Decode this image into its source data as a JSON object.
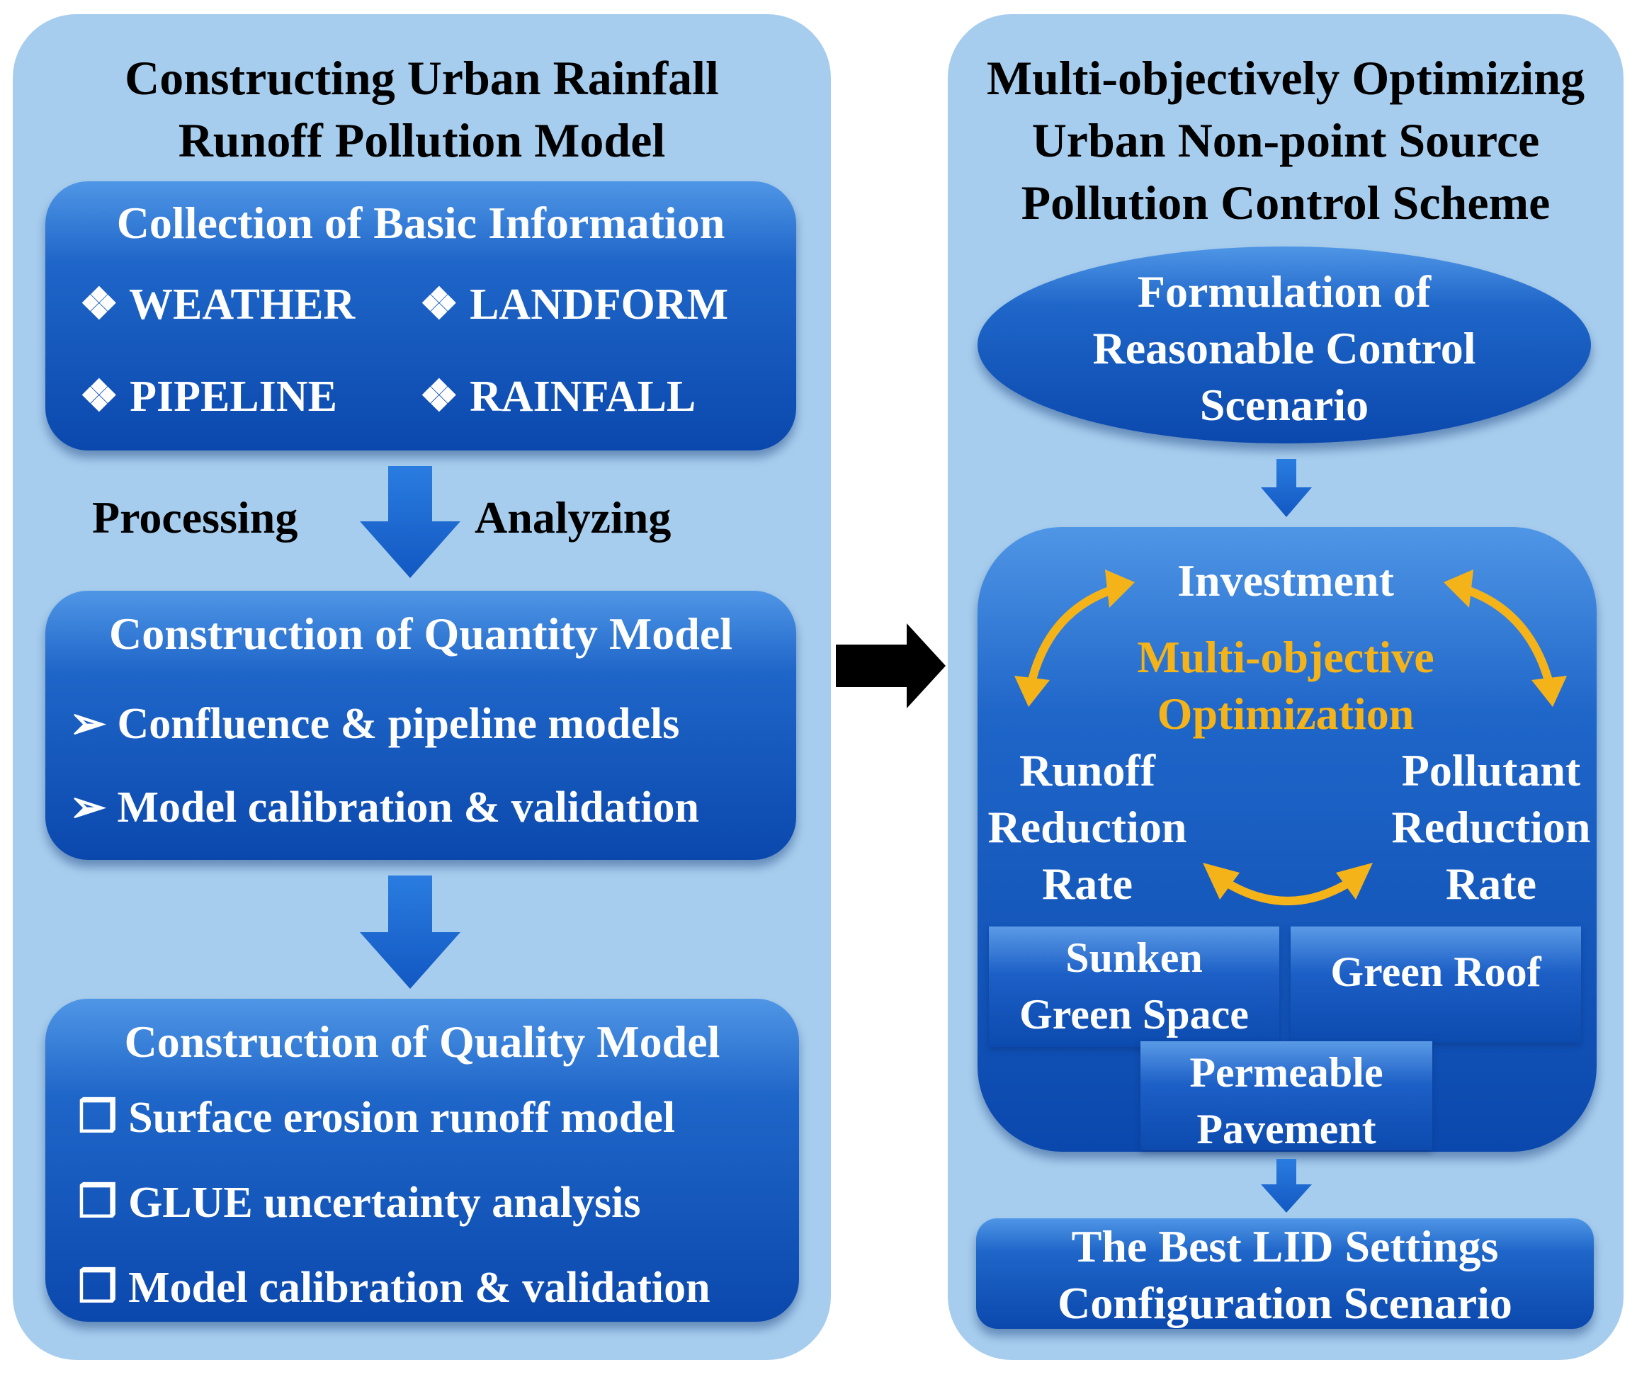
{
  "left_panel": {
    "title_line1": "Constructing Urban Rainfall",
    "title_line2": "Runoff Pollution Model",
    "basic_info": {
      "title": "Collection of Basic Information",
      "items": [
        "❖ WEATHER",
        "❖ LANDFORM",
        "❖ PIPELINE",
        "❖ RAINFALL"
      ]
    },
    "processing_label": "Processing",
    "analyzing_label": "Analyzing",
    "quantity_model": {
      "title": "Construction of Quantity Model",
      "items": [
        "➢  Confluence & pipeline models",
        "➢  Model calibration & validation"
      ]
    },
    "quality_model": {
      "title": "Construction of Quality Model",
      "items": [
        "❒  Surface erosion runoff model",
        "❒  GLUE uncertainty analysis",
        "❒  Model calibration & validation"
      ]
    }
  },
  "right_panel": {
    "title_line1": "Multi-objectively Optimizing",
    "title_line2": "Urban Non-point Source",
    "title_line3": "Pollution Control Scheme",
    "formulation": {
      "line1": "Formulation of",
      "line2": "Reasonable Control",
      "line3": "Scenario"
    },
    "optimization": {
      "investment": "Investment",
      "center_line1": "Multi-objective",
      "center_line2": "Optimization",
      "runoff_line1": "Runoff",
      "runoff_line2": "Reduction",
      "runoff_line3": "Rate",
      "pollutant_line1": "Pollutant",
      "pollutant_line2": "Reduction",
      "pollutant_line3": "Rate",
      "sunken_line1": "Sunken",
      "sunken_line2": "Green Space",
      "green_roof": "Green Roof",
      "permeable_line1": "Permeable",
      "permeable_line2": "Pavement"
    },
    "best": {
      "line1": "The Best LID Settings",
      "line2": "Configuration Scenario"
    }
  },
  "colors": {
    "panel_bg": "#a7cdee",
    "box_blue": "#0b48ad",
    "accent_gold": "#f5b31a",
    "arrow_blue": "#1e6fd6",
    "connector_black": "#000000"
  }
}
